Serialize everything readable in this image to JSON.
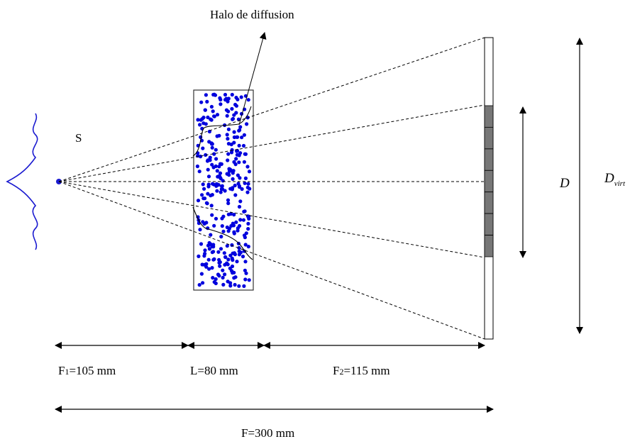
{
  "labels": {
    "halo": "Halo de diffusion",
    "source": "S",
    "detector_width": "D",
    "virtual_width_main": "D",
    "virtual_width_sub": "virt",
    "f1": "F",
    "f1_sub": "1",
    "f1_value": "=105 mm",
    "l": "L=80 mm",
    "f2": "F",
    "f2_sub": "2",
    "f2_value": "=115 mm",
    "f_total": "F=300 mm"
  },
  "colors": {
    "scatterer": "#0000dd",
    "source_wave": "#1a1ad0",
    "line": "#000000",
    "detector_pixel": "#777777"
  },
  "detector": {
    "pixel_count": 7
  },
  "scatterers": {
    "count": 320
  }
}
